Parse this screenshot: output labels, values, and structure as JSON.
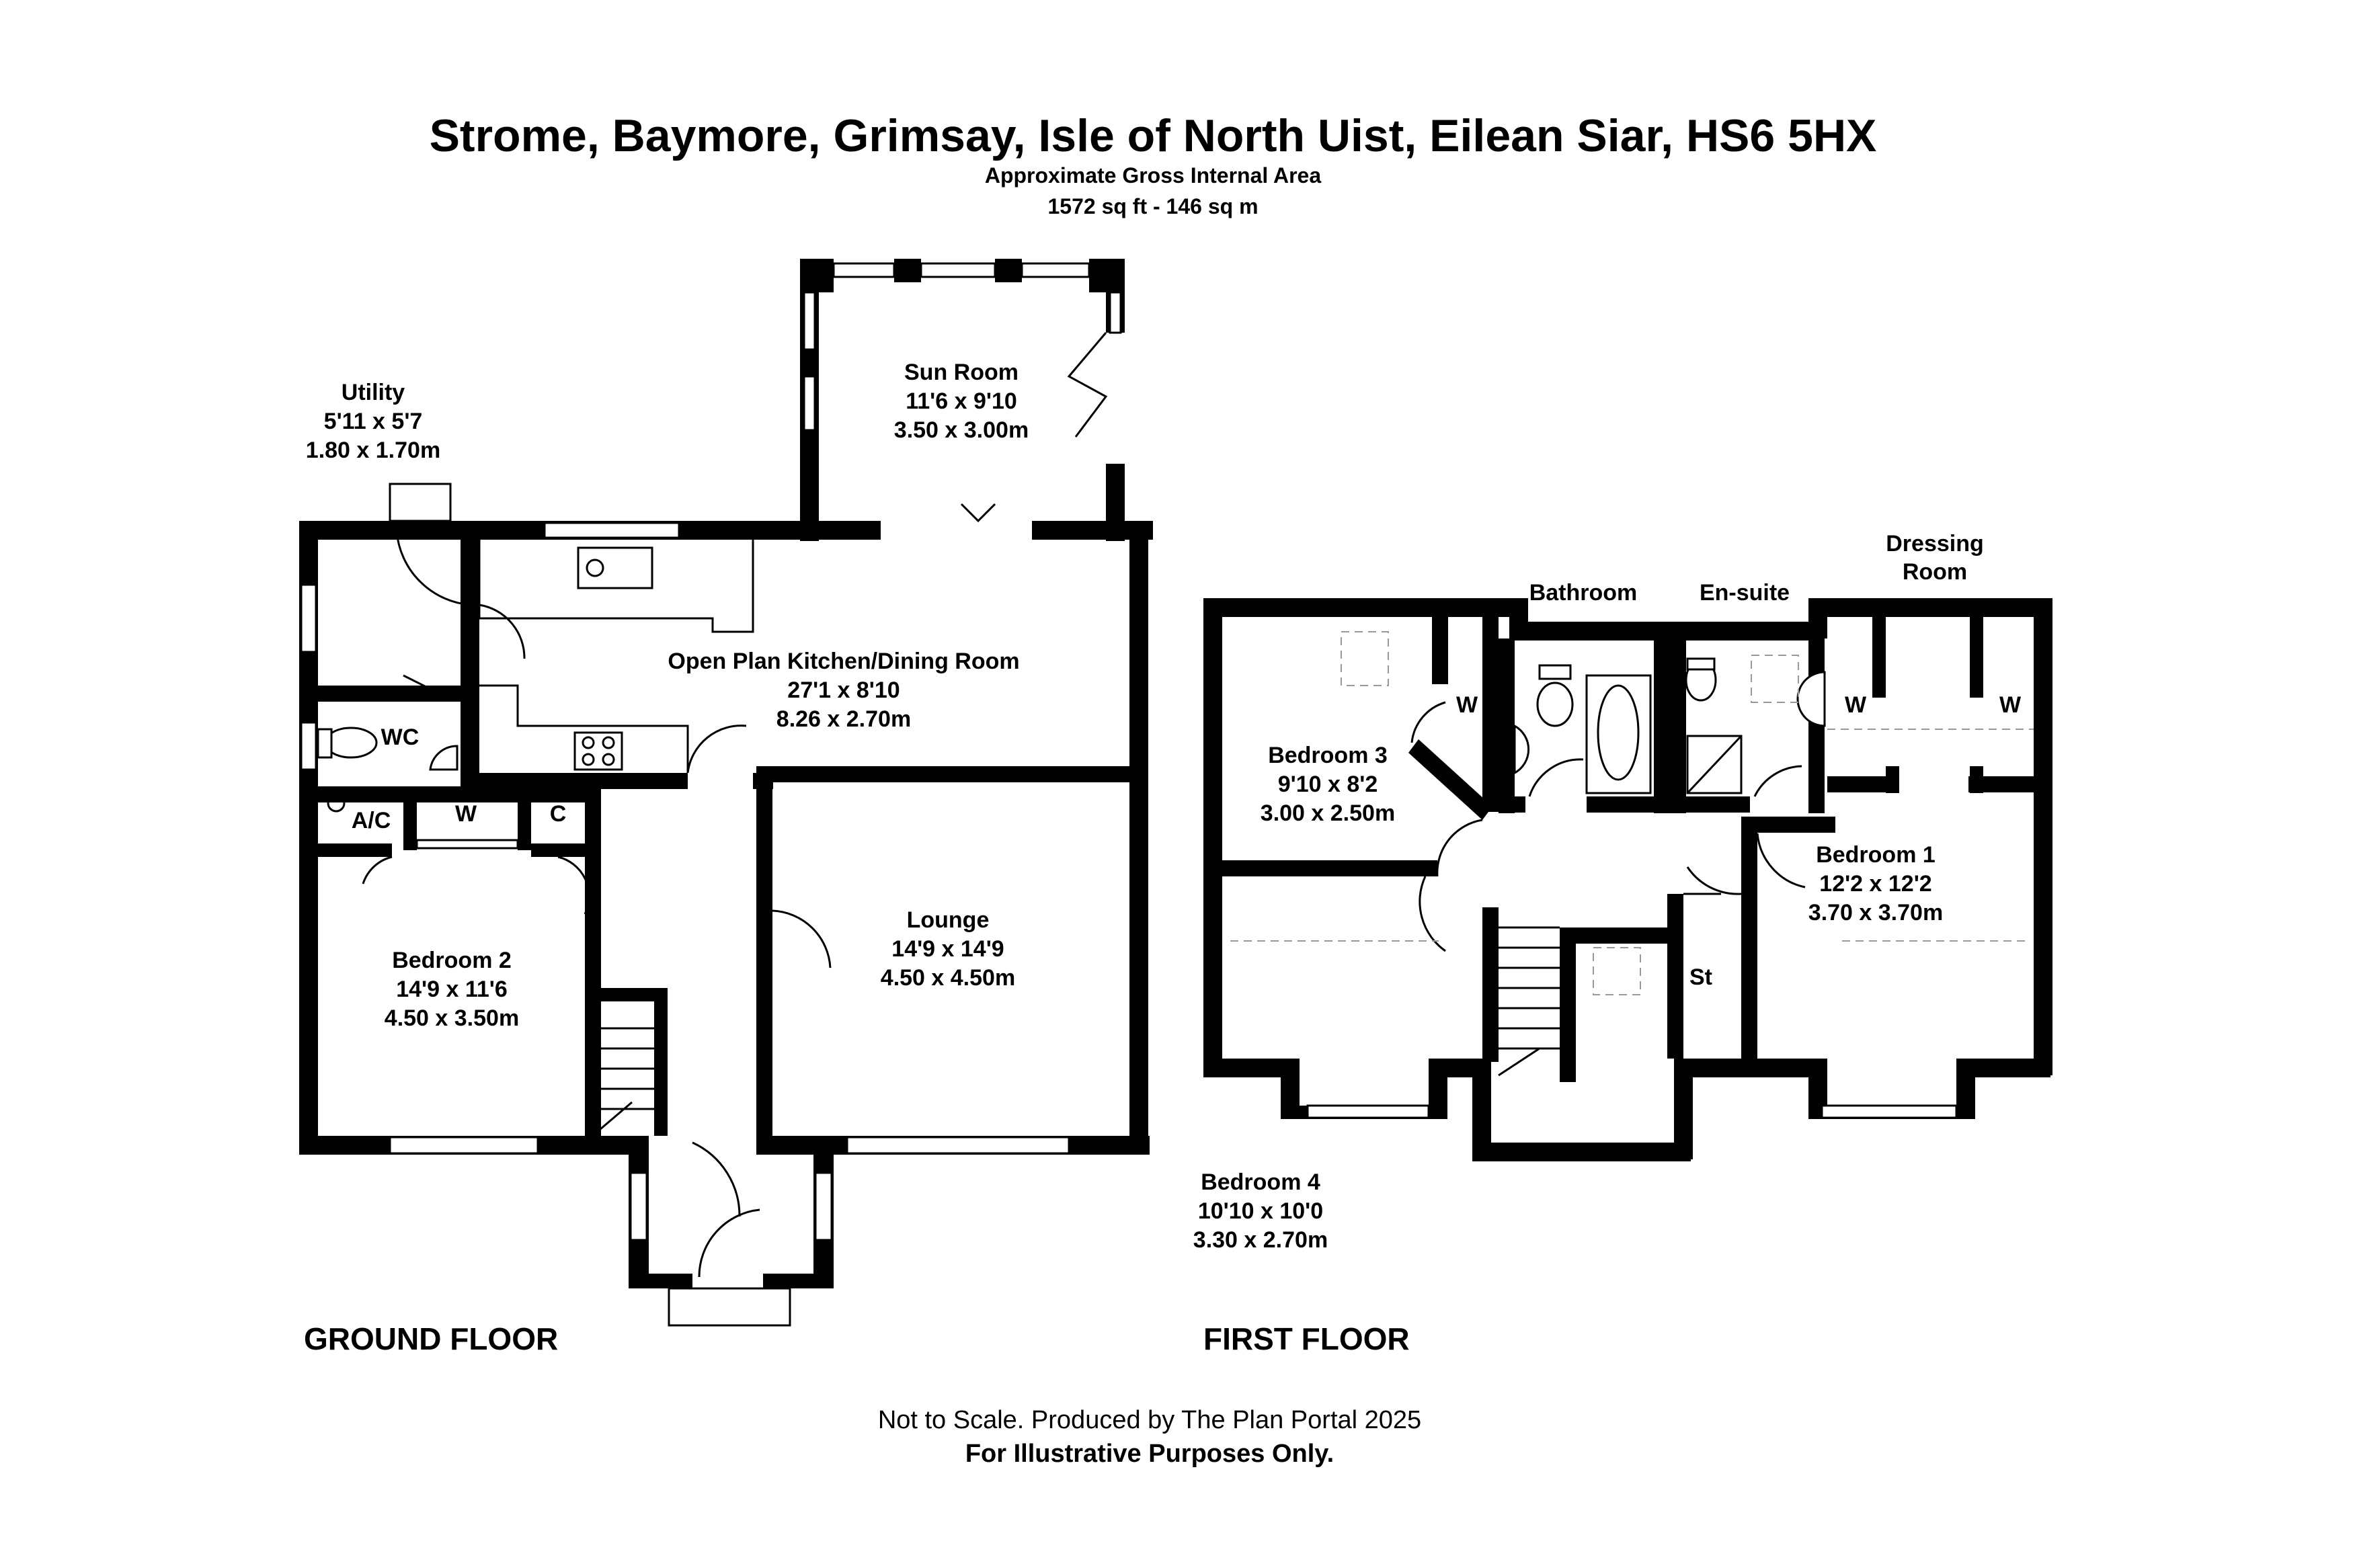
{
  "header": {
    "title": "Strome, Baymore, Grimsay, Isle of North Uist, Eilean Siar, HS6 5HX",
    "subtitle": "Approximate Gross Internal Area",
    "area": "1572 sq ft - 146 sq m"
  },
  "ground_floor": {
    "label": "GROUND FLOOR",
    "utility": {
      "name": "Utility",
      "imperial": "5'11 x 5'7",
      "metric": "1.80 x 1.70m"
    },
    "sun_room": {
      "name": "Sun Room",
      "imperial": "11'6 x 9'10",
      "metric": "3.50 x 3.00m"
    },
    "kitchen": {
      "name": "Open Plan Kitchen/Dining Room",
      "imperial": "27'1 x 8'10",
      "metric": "8.26 x 2.70m"
    },
    "lounge": {
      "name": "Lounge",
      "imperial": "14'9 x 14'9",
      "metric": "4.50 x 4.50m"
    },
    "bedroom2": {
      "name": "Bedroom 2",
      "imperial": "14'9 x 11'6",
      "metric": "4.50 x 3.50m"
    },
    "wc": "WC",
    "ac": "A/C",
    "wardrobe": "W",
    "cupboard": "C"
  },
  "first_floor": {
    "label": "FIRST FLOOR",
    "bathroom": "Bathroom",
    "ensuite": "En-suite",
    "dressing_room_line1": "Dressing",
    "dressing_room_line2": "Room",
    "bedroom3": {
      "name": "Bedroom 3",
      "imperial": "9'10 x 8'2",
      "metric": "3.00 x 2.50m"
    },
    "bedroom1": {
      "name": "Bedroom 1",
      "imperial": "12'2 x 12'2",
      "metric": "3.70 x 3.70m"
    },
    "bedroom4": {
      "name": "Bedroom 4",
      "imperial": "10'10 x 10'0",
      "metric": "3.30 x 2.70m"
    },
    "wardrobe": "W",
    "store": "St"
  },
  "footer": {
    "line1": "Not to Scale. Produced by The Plan Portal 2025",
    "line2": "For Illustrative Purposes Only."
  }
}
